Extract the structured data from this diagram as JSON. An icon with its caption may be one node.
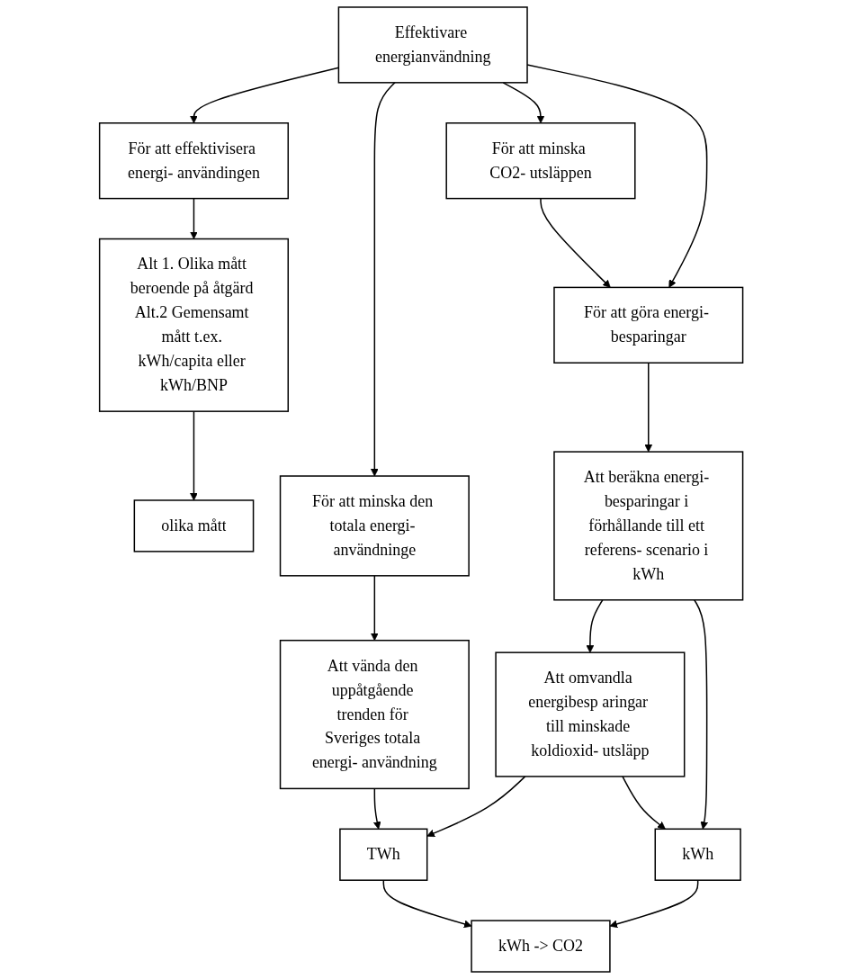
{
  "diagram": {
    "nodes": [
      {
        "text": [
          "Effektivare energianvändning"
        ]
      },
      {
        "text": [
          "För att effektivisera energi- användingen"
        ]
      },
      {
        "text": [
          "För att minska den totala energi- användninge"
        ]
      },
      {
        "text": [
          "För att minska CO2- utsläppen"
        ]
      },
      {
        "text": [
          "För att göra energi- besparingar"
        ]
      },
      {
        "text": [
          "Alt 1. Olika mått beroende på åtgärd Alt.2 Gemensamt mått t.ex. kWh/capita eller kWh/BNP"
        ]
      },
      {
        "text": [
          "Att vända den uppåtgående trenden för Sveriges totala energi- användning"
        ]
      },
      {
        "text": [
          "Att omvandla energibesp aringar till minskade koldioxid- utsläpp"
        ]
      },
      {
        "text": [
          "Att beräkna energi- besparingar i förhållande till ett referens- scenario i kWh"
        ]
      },
      {
        "text": [
          "olika mått"
        ]
      },
      {
        "text": [
          "TWh"
        ]
      },
      {
        "text": [
          "kWh"
        ]
      },
      {
        "text": [
          "kWh -> CO2"
        ]
      }
    ],
    "edges": [
      {
        "from": 0,
        "to": 1,
        "arrow": "to"
      },
      {
        "from": 0,
        "to": 2,
        "arrow": "to"
      },
      {
        "from": 0,
        "to": 3,
        "arrow": "to"
      },
      {
        "from": 0,
        "to": 4,
        "arrow": "to"
      },
      {
        "from": 3,
        "to": 4,
        "arrow": "to"
      },
      {
        "from": 1,
        "to": 5,
        "arrow": "to"
      },
      {
        "from": 2,
        "to": 6,
        "arrow": "to"
      },
      {
        "from": 4,
        "to": 8,
        "arrow": "to"
      },
      {
        "from": 8,
        "to": 7,
        "arrow": "to"
      },
      {
        "from": 5,
        "to": 9,
        "arrow": "to"
      },
      {
        "from": 6,
        "to": 10,
        "arrow": "to"
      },
      {
        "from": 8,
        "to": 11,
        "arrow": "to"
      },
      {
        "from": 7,
        "to": 10,
        "arrow": "to"
      },
      {
        "from": 7,
        "to": 11,
        "arrow": "to"
      },
      {
        "from": 10,
        "to": 12,
        "arrow": "to"
      },
      {
        "from": 11,
        "to": 12,
        "arrow": "to"
      }
    ]
  }
}
